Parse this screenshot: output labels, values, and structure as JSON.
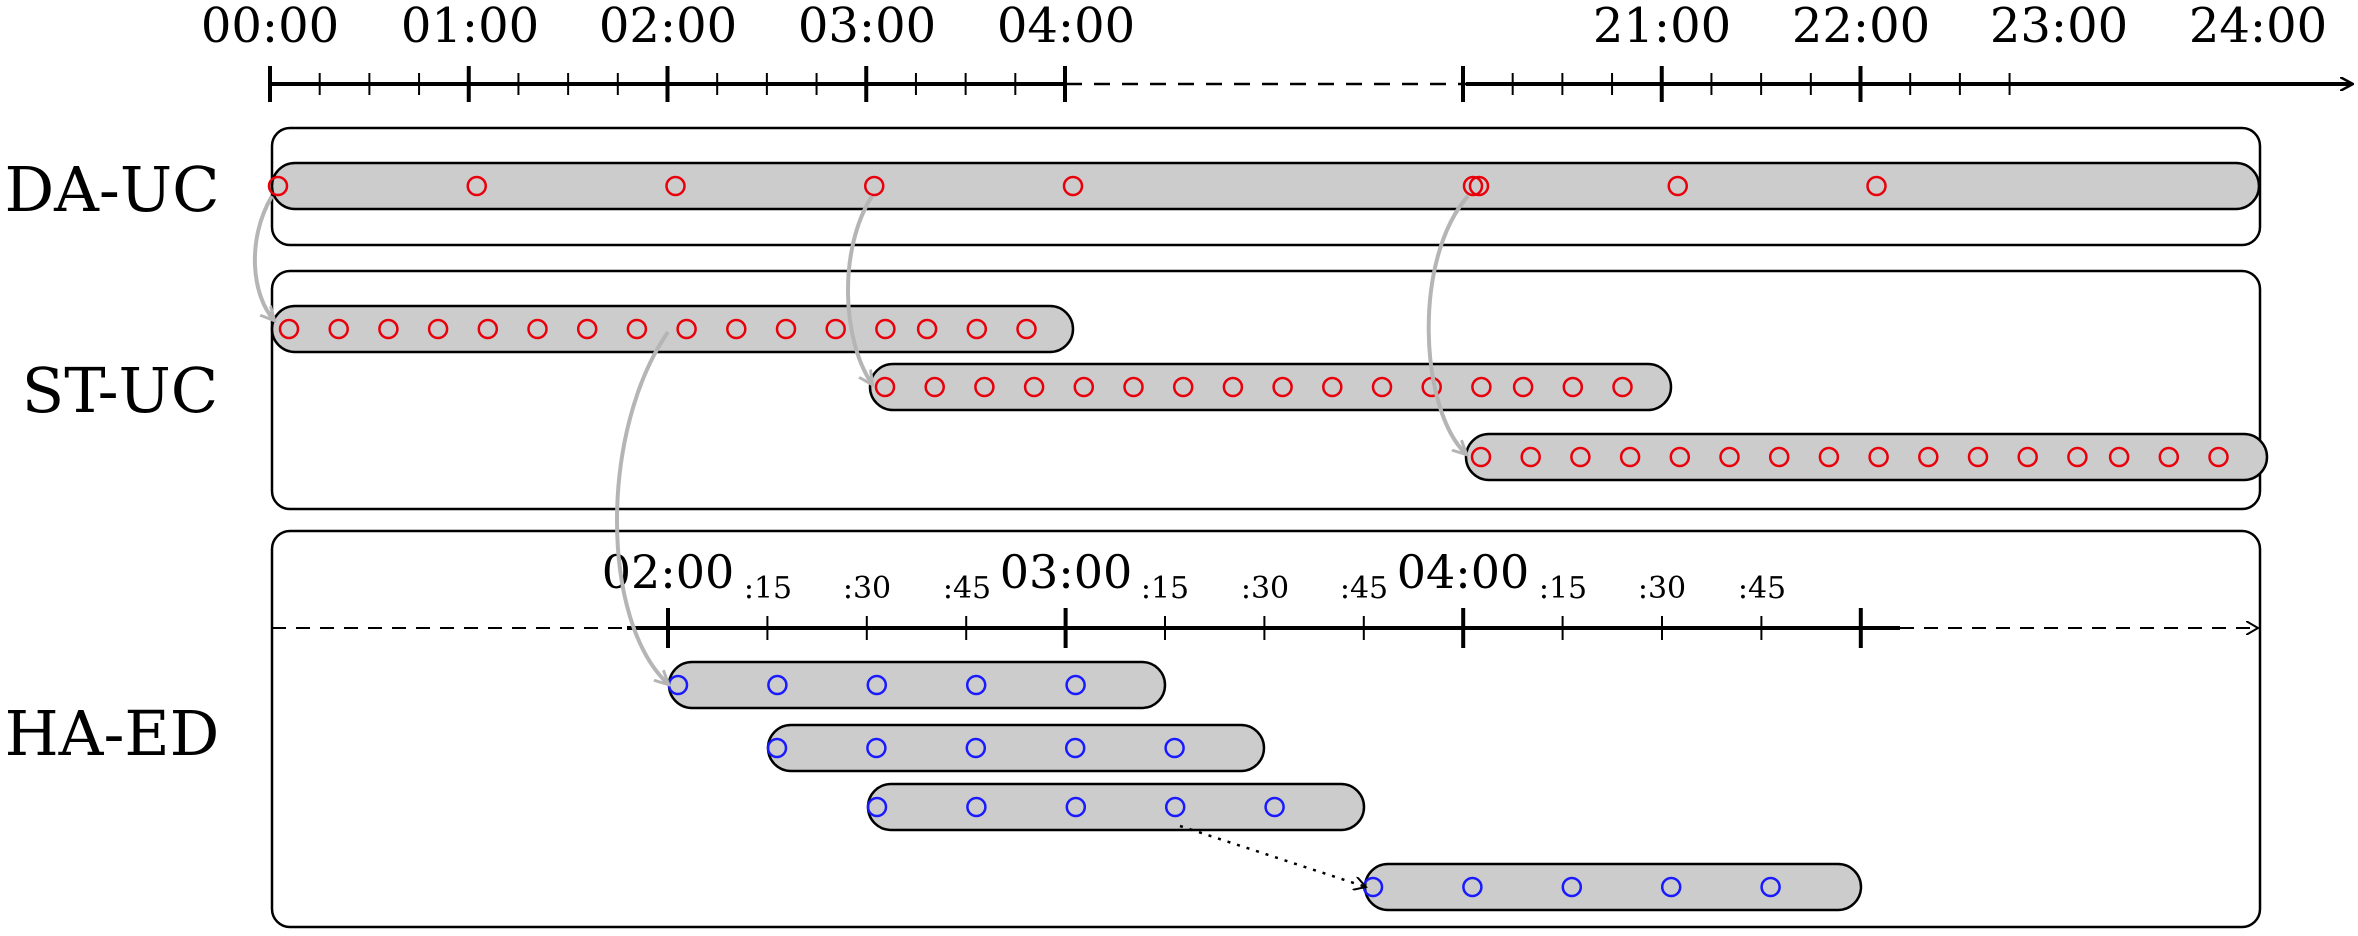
{
  "timeline": {
    "top_hours_left": [
      "00:00",
      "01:00",
      "02:00",
      "03:00",
      "04:00"
    ],
    "top_hours_right": [
      "21:00",
      "22:00",
      "23:00",
      "24:00"
    ]
  },
  "rows": {
    "da_uc": "DA-UC",
    "st_uc": "ST-UC",
    "ha_ed": "HA-ED"
  },
  "ha_ed_axis": {
    "hours": [
      "02:00",
      "03:00",
      "04:00"
    ],
    "quarters": [
      ":15",
      ":30",
      ":45",
      ":15",
      ":30",
      ":45",
      ":15",
      ":30",
      ":45"
    ]
  },
  "colors": {
    "bar_fill": "#cccccc",
    "da_uc_dot": "#e8000b",
    "st_uc_dot": "#e8000b",
    "ha_ed_dot": "#1a1aff",
    "arrow": "#b5b5b5",
    "line": "#000000"
  },
  "icons": {
    "market_dot": "circle-outline-icon",
    "gate_arrow": "curved-arrow-icon"
  }
}
